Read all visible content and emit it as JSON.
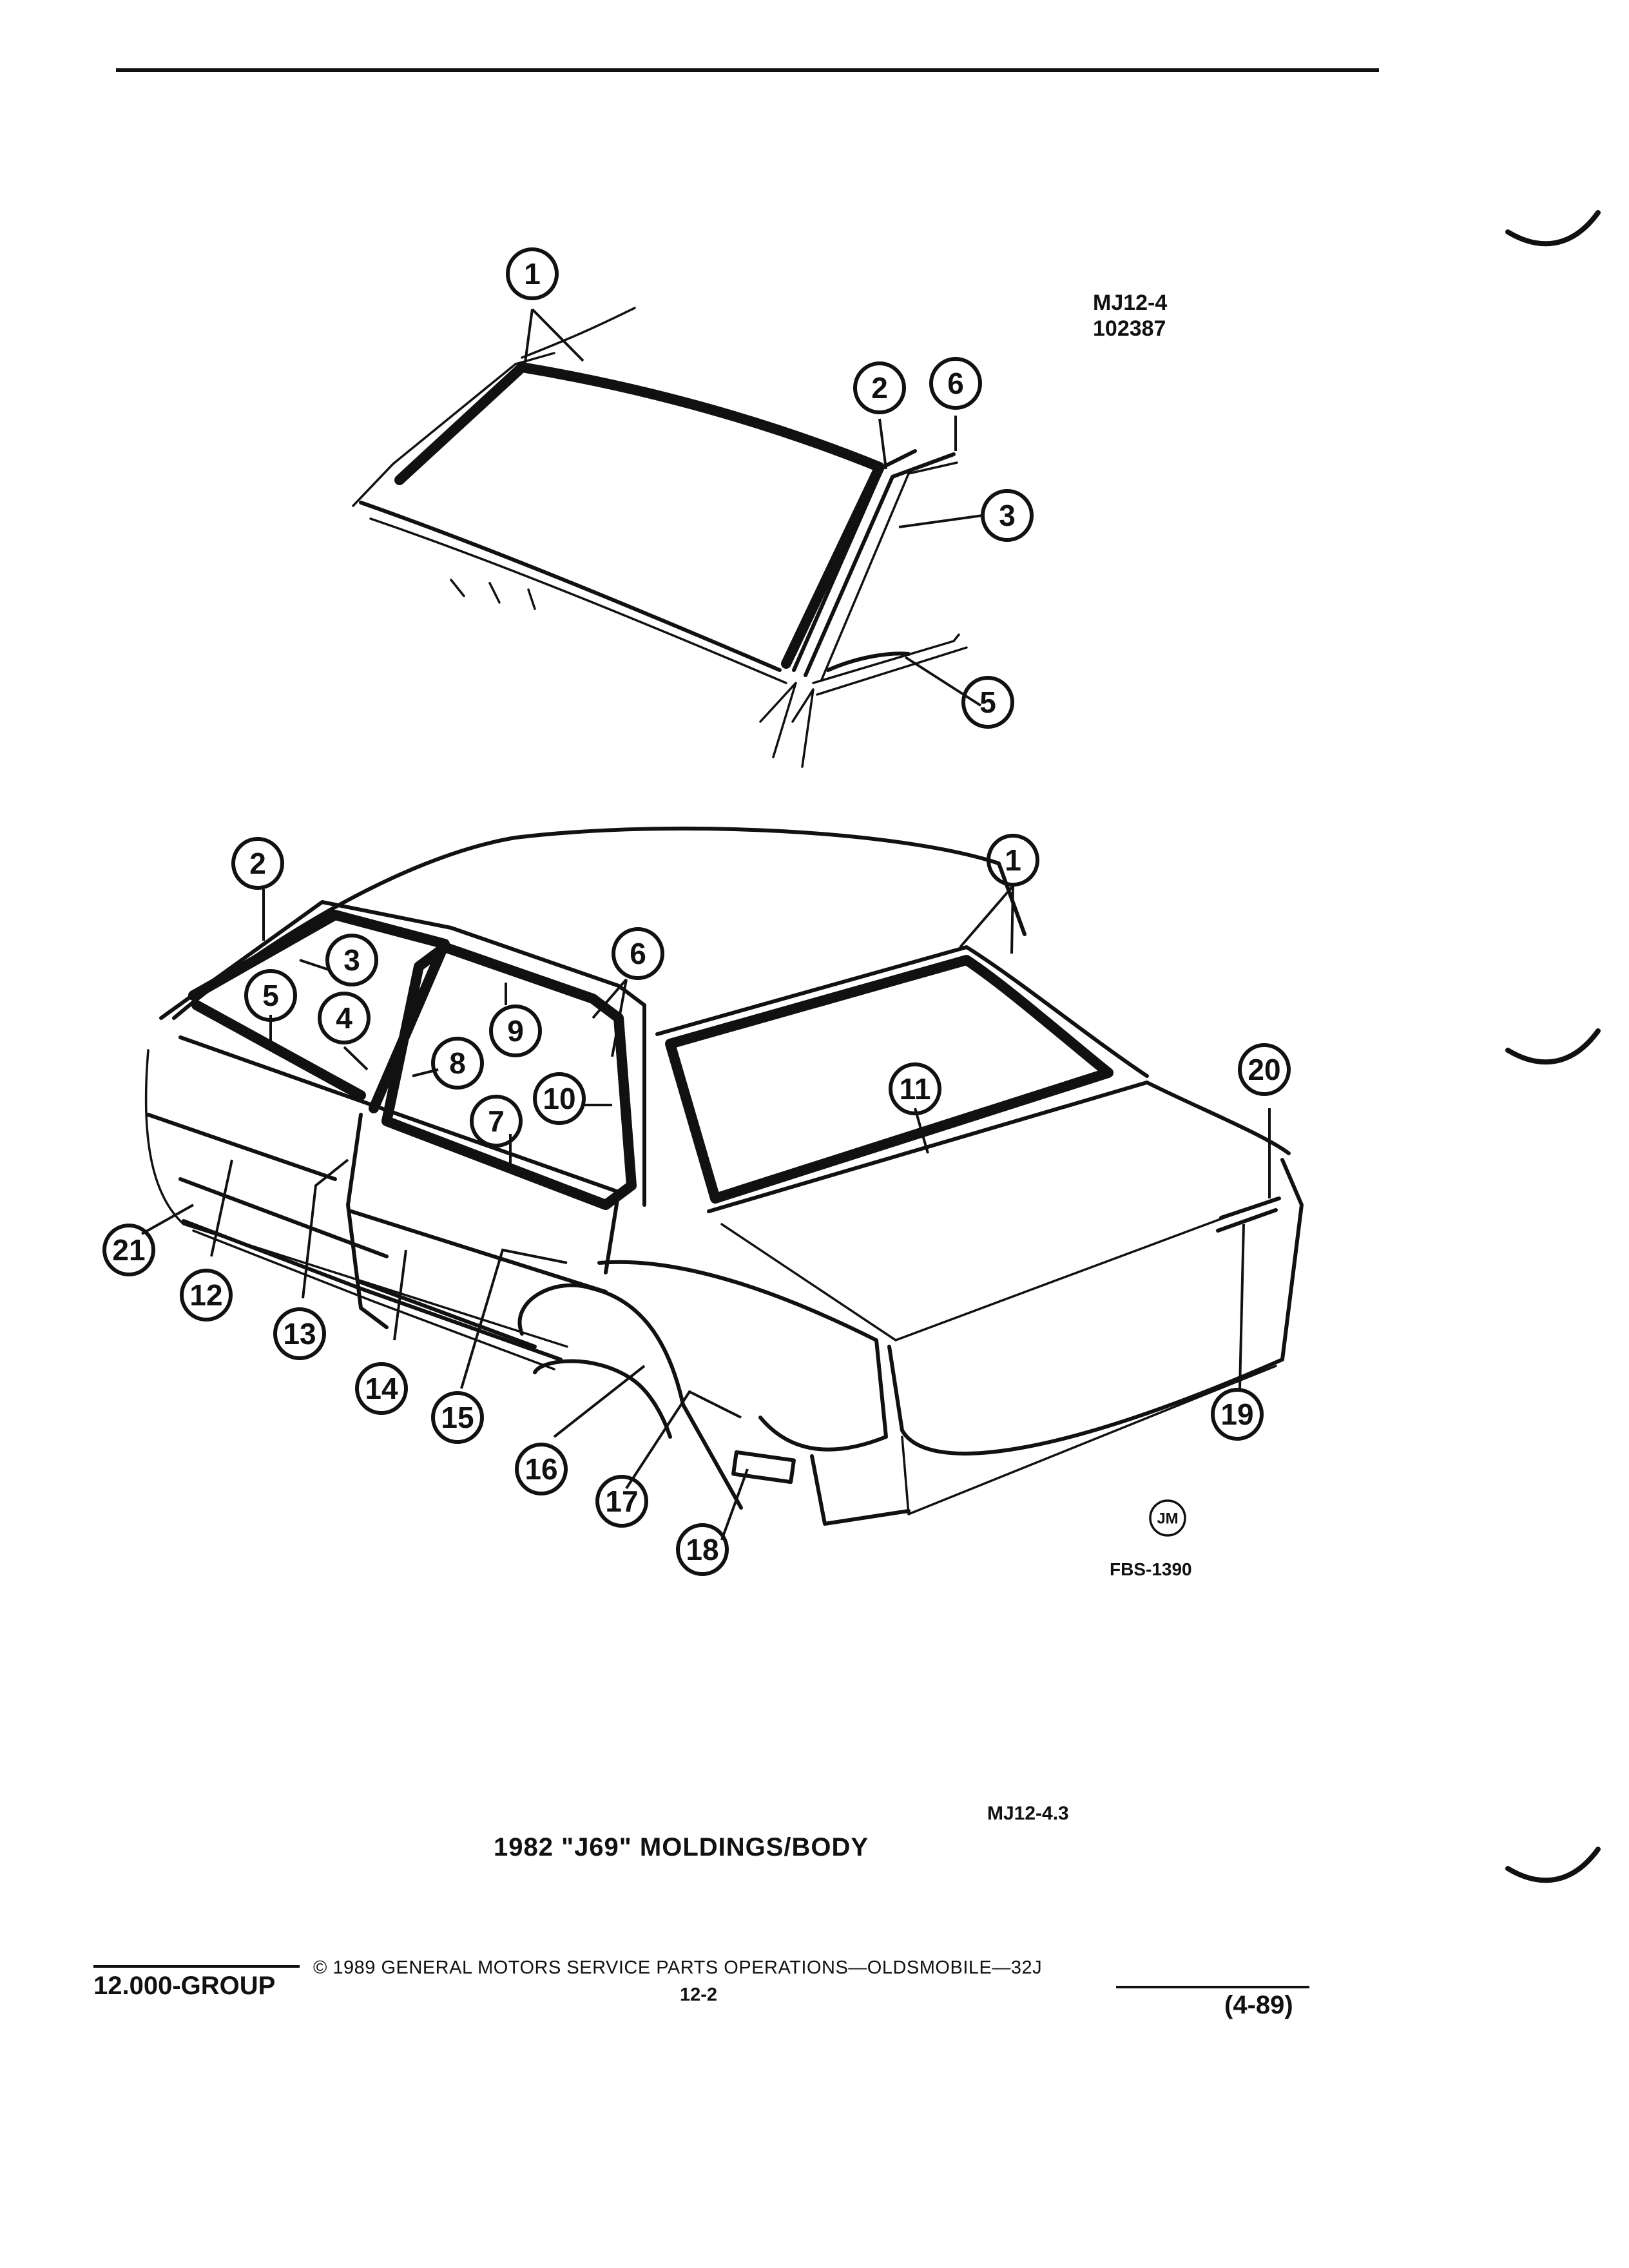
{
  "header": {
    "ref_code": "MJ12-4",
    "ref_number": "102387"
  },
  "diagram": {
    "callouts_top": [
      "1",
      "2",
      "6",
      "3",
      "5"
    ],
    "callouts_bottom": [
      "2",
      "3",
      "5",
      "4",
      "8",
      "9",
      "6",
      "10",
      "7",
      "1",
      "11",
      "20",
      "21",
      "12",
      "13",
      "14",
      "15",
      "16",
      "17",
      "18",
      "19"
    ],
    "badge": "JM",
    "fig_code": "FBS-1390"
  },
  "caption": {
    "ref": "MJ12-4.3",
    "title": "1982 \"J69\" MOLDINGS/BODY"
  },
  "footer": {
    "group": "12.000-GROUP",
    "copyright": "© 1989 GENERAL MOTORS SERVICE PARTS OPERATIONS—OLDSMOBILE—32J",
    "page": "12-2",
    "date": "(4-89)"
  }
}
